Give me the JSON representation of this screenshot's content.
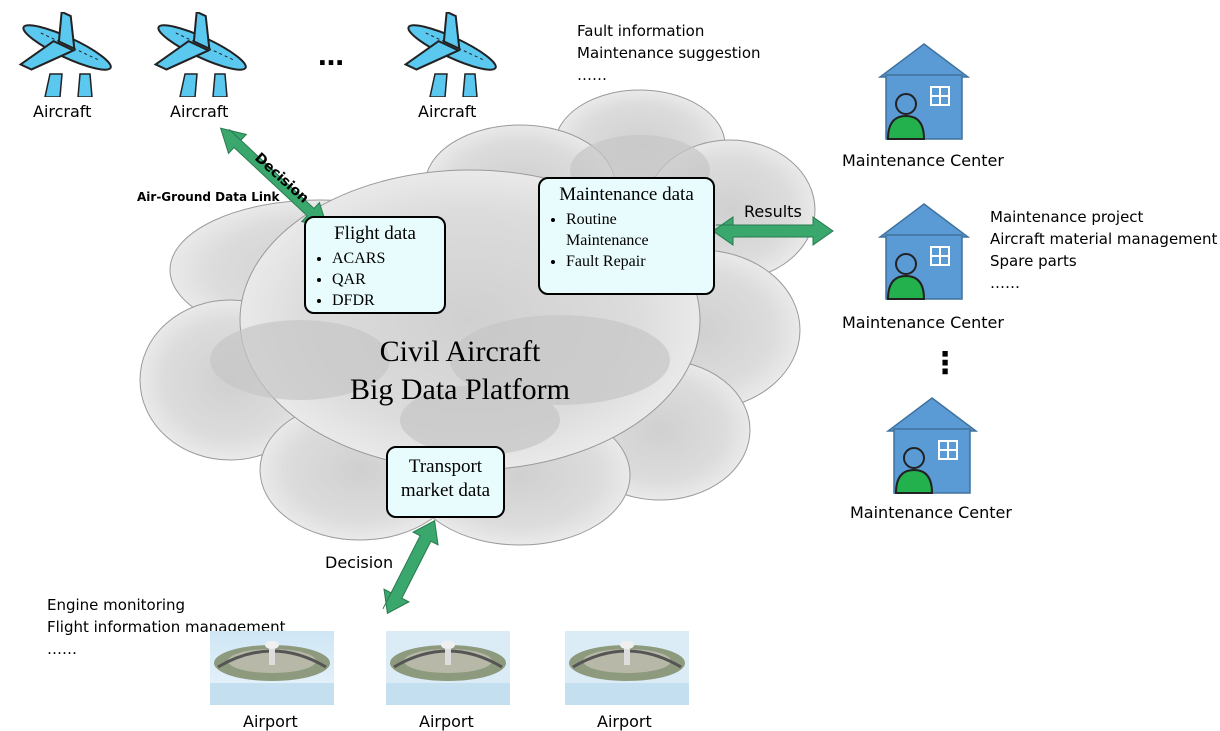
{
  "aircraft": {
    "labels": [
      "Aircraft",
      "Aircraft",
      "Aircraft"
    ],
    "ellipsis": "…"
  },
  "top_note": {
    "lines": [
      "Fault information",
      "Maintenance suggestion",
      "……"
    ]
  },
  "links": {
    "air_ground": "Air-Ground Data Link",
    "decision_top": "Decision",
    "results": "Results",
    "decision_bottom": "Decision"
  },
  "flight_box": {
    "title": "Flight data",
    "items": [
      "ACARS",
      "QAR",
      "DFDR"
    ]
  },
  "maint_box": {
    "title": "Maintenance data",
    "items": [
      "Routine Maintenance",
      "Fault Repair"
    ]
  },
  "transport_box": {
    "title_line1": "Transport",
    "title_line2": "market data"
  },
  "platform": {
    "line1": "Civil Aircraft",
    "line2": "Big Data Platform"
  },
  "centers": {
    "labels": [
      "Maintenance Center",
      "Maintenance Center",
      "Maintenance Center"
    ],
    "vertical_dots": "⋮"
  },
  "center_note": {
    "lines": [
      "Maintenance project",
      "Aircraft material management",
      "Spare parts",
      "……"
    ]
  },
  "airport_note": {
    "lines": [
      "Engine monitoring",
      "Flight information management",
      "……"
    ]
  },
  "airports": {
    "labels": [
      "Airport",
      "Airport",
      "Airport"
    ]
  },
  "colors": {
    "aircraft_body": "#5bc8f0",
    "arrow_green": "#3aa76d",
    "house_blue": "#5b9bd5",
    "person_green": "#22b14c",
    "box_fill": "#e9fcfd",
    "cloud_gray": "#d4d4d4"
  }
}
